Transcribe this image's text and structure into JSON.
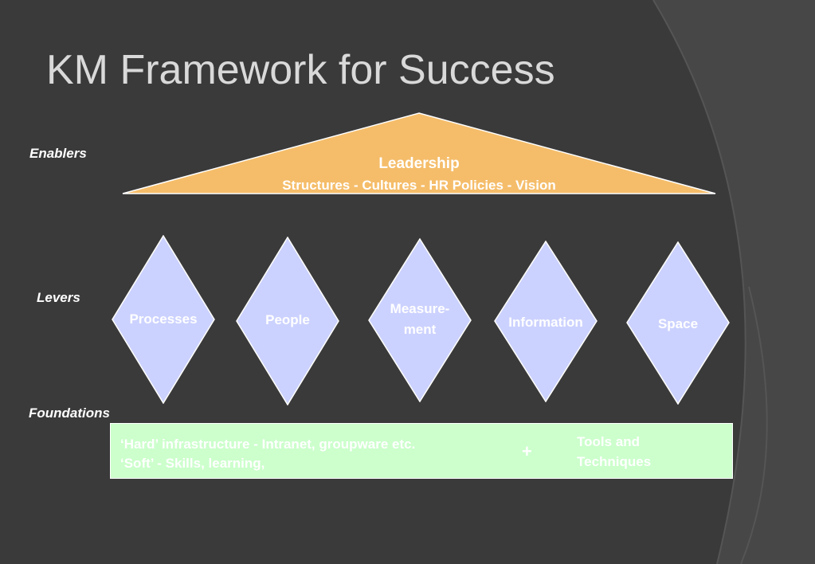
{
  "title": "KM Framework for Success",
  "labels": {
    "enablers": "Enablers",
    "levers": "Levers",
    "foundations": "Foundations"
  },
  "enablers": {
    "title": "Leadership",
    "subtitle": "Structures - Cultures - HR Policies - Vision"
  },
  "levers": [
    {
      "label": "Processes"
    },
    {
      "label": "People"
    },
    {
      "label_line1": "Measure-",
      "label_line2": "ment"
    },
    {
      "label": "Information"
    },
    {
      "label": "Space"
    }
  ],
  "foundations": {
    "hard": "‘Hard’ infrastructure - Intranet, groupware etc.",
    "soft": "‘Soft’  -  Skills, learning,",
    "plus": "+",
    "tools_line1": "Tools and",
    "tools_line2": "Techniques"
  },
  "colors": {
    "background": "#3a3a3a",
    "triangle": "#f5bd6a",
    "diamond": "#ccd2ff",
    "foundation": "#ccffcc",
    "text": "#ffffff",
    "title": "#d9d9d9"
  }
}
